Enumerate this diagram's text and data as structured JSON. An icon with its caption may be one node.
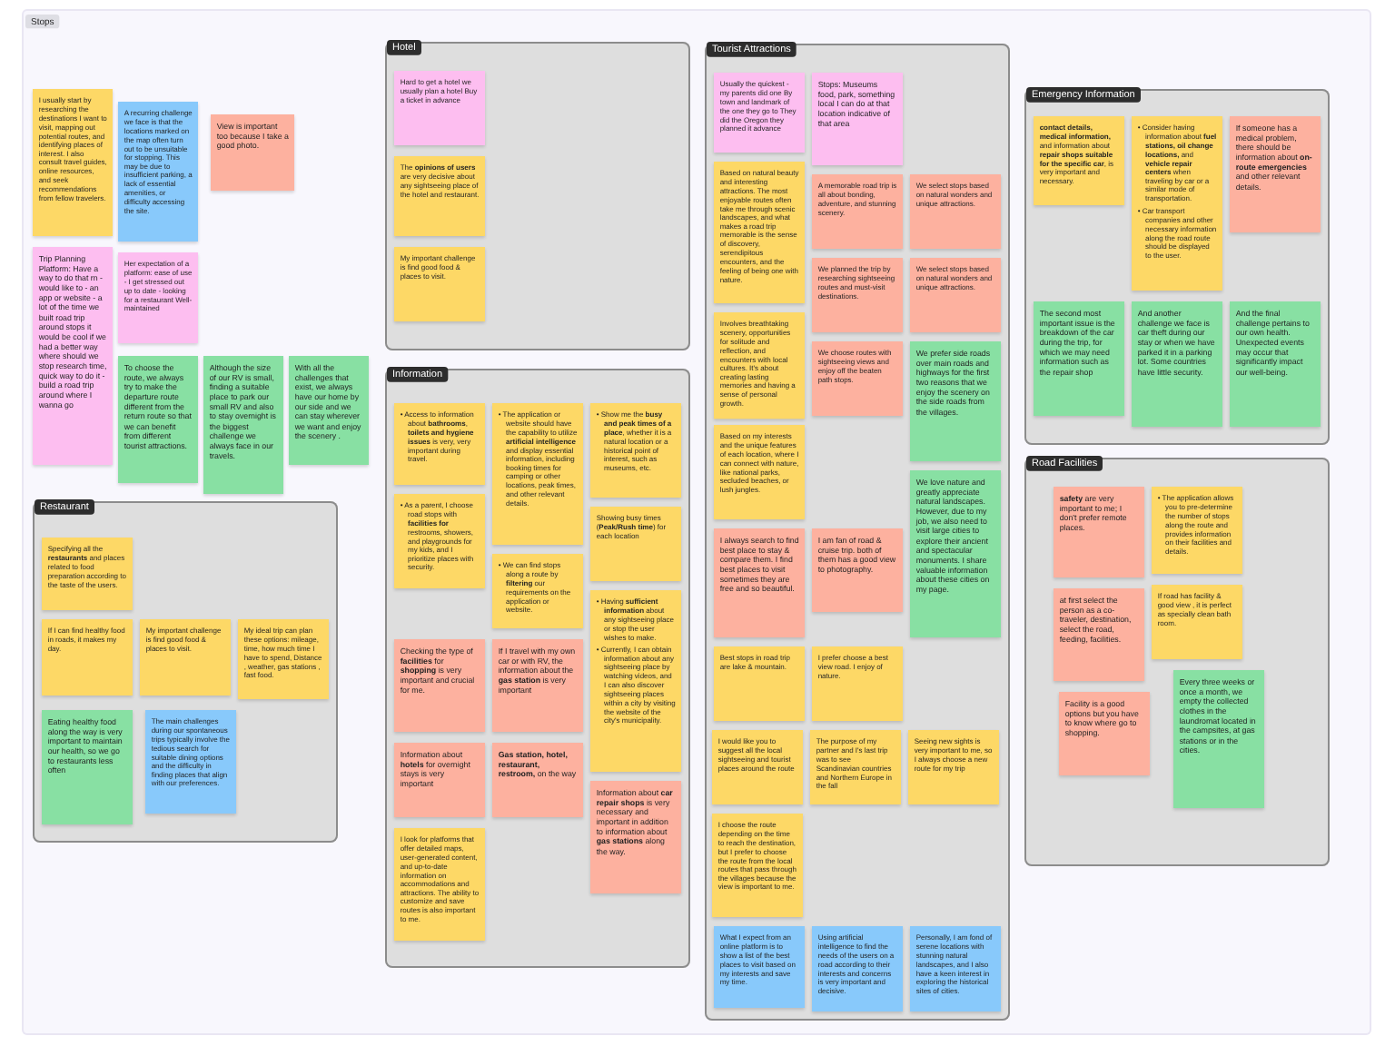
{
  "diagram": {
    "nodes": [
      {
        "text": [
          "Stops"
        ]
      },
      {
        "text": [
          "I usually start by researching the destinations I want to visit, mapping out potential routes, and identifying places of interest. I also consult travel guides, online resources, and seek recommendations from fellow travelers."
        ],
        "in": 0
      },
      {
        "text": [
          "A recurring challenge we face is that the locations marked on the map often turn out to be unsuitable for stopping. This may be due to insufficient parking, a lack of essential amenities, or difficulty accessing the site."
        ],
        "in": 0
      },
      {
        "text": [
          "View is important too because I take a good photo."
        ],
        "in": 0
      },
      {
        "text": [
          "Trip Planning Platform: Have a way to do that rn - would like to - an app or website - a lot of the time we built road trip around stops it would be cool if we had a better way where should we stop research time, quick way to do it - build a road trip around where I wanna go"
        ],
        "in": 0
      },
      {
        "text": [
          "Her expectation of a platform: ease of use - I get stressed out up to date - looking for a restaurant Well-maintained"
        ],
        "in": 0
      },
      {
        "text": [
          "To choose the route, we always try to make the departure route different from the return route so that we can benefit from different tourist attractions."
        ],
        "in": 0
      },
      {
        "text": [
          "Although the size of our RV is small, finding a suitable place to park our small RV and also to stay overnight is the biggest challenge we always face in our travels."
        ],
        "in": 0
      },
      {
        "text": [
          "With all the challenges that exist, we always have our home by our side and we can stay wherever we want and enjoy the scenery ."
        ],
        "in": 0
      },
      {
        "text": [
          "Restaurant"
        ],
        "in": 0
      },
      {
        "text": [
          "Specifying all the **restaurants** and places related to food preparation according to the taste of the users."
        ],
        "in": 9
      },
      {
        "text": [
          "If I can find healthy food in roads, it makes my day."
        ],
        "in": 9
      },
      {
        "text": [
          "My important challenge is find good food & places to visit."
        ],
        "in": 9
      },
      {
        "text": [
          "My ideal trip can plan these options: mileage, time, how much time I have to spend, Distance , weather, gas stations , fast food."
        ],
        "in": 9
      },
      {
        "text": [
          "Eating healthy food along the way is very important to maintain our health, so we go to restaurants less often"
        ],
        "in": 9
      },
      {
        "text": [
          "The main challenges during our spontaneous trips typically involve the tedious search for suitable dining options and the difficulty in finding places that align with our preferences."
        ],
        "in": 9
      },
      {
        "text": [
          "Hotel"
        ],
        "in": 0
      },
      {
        "text": [
          "Hard to get a hotel we usually plan a hotel Buy a ticket in advance"
        ],
        "in": 16
      },
      {
        "text": [
          "The **opinions of users** are very decisive about any sightseeing place of the hotel and restaurant."
        ],
        "in": 16
      },
      {
        "text": [
          "My important challenge is find good food & places to visit."
        ],
        "in": 16
      },
      {
        "text": [
          "Information"
        ],
        "in": 0
      },
      {
        "text": [
          "• Access to information about **bathrooms**, **toilets and hygiene issues** is very, very important during travel."
        ],
        "in": 20
      },
      {
        "text": [
          "• The application or website should have the capability to utilize **artificial intelligence** and display essential information, including booking times for camping or other locations, peak times, and other relevant details."
        ],
        "in": 20
      },
      {
        "text": [
          "• Show me the **busy and peak times of a place**, whether it is a natural location or a historical point of interest, such as museums, etc."
        ],
        "in": 20
      },
      {
        "text": [
          "• As a parent, I choose road stops with **facilities for** restrooms, showers, and playgrounds for my kids, and I prioritize places with security."
        ],
        "in": 20
      },
      {
        "text": [
          "• We can find stops along a route by **filtering** our requirements on the application or website."
        ],
        "in": 20
      },
      {
        "text": [
          "Showing busy times (**Peak/Rush time**) for each location"
        ],
        "in": 20
      },
      {
        "text": [
          "• Having **sufficient information** about any sightseeing place or stop the user wishes to make.",
          "• Currently, I can obtain information about any sightseeing place by watching videos, and I can also discover sightseeing places within a city by visiting the website of the city's municipality."
        ],
        "in": 20
      },
      {
        "text": [
          "Checking the type of **facilities** for **shopping** is very important and crucial for me."
        ],
        "in": 20
      },
      {
        "text": [
          "If I travel with my own car or with RV, the information about the **gas station** is very important"
        ],
        "in": 20
      },
      {
        "text": [
          "Information about **hotels** for overnight stays is very important"
        ],
        "in": 20
      },
      {
        "text": [
          "**Gas station, hotel, restaurant, restroom,** on the way"
        ],
        "in": 20
      },
      {
        "text": [
          "Information about **car repair shops** is very necessary and important in addition to information about **gas stations** along the way."
        ],
        "in": 20
      },
      {
        "text": [
          "I look for platforms that offer detailed maps, user-generated content, and up-to-date information on accommodations and attractions. The ability to customize and save routes is also important to me."
        ],
        "in": 20
      },
      {
        "text": [
          "Tourist Attractions"
        ],
        "in": 0
      },
      {
        "text": [
          "Usually the quickest - my parents did one By town and landmark of the one they go to They did the Oregon they planned it advance"
        ],
        "in": 34
      },
      {
        "text": [
          "Stops: Museums food, park, something local I can do at that location indicative of that area"
        ],
        "in": 34
      },
      {
        "text": [
          "Based on natural beauty and interesting attractions. The most enjoyable routes often take me through scenic landscapes, and what makes a road trip memorable is the sense of discovery, serendipitous encounters, and the feeling of being one with nature."
        ],
        "in": 34
      },
      {
        "text": [
          "A memorable road trip is all about bonding, adventure, and stunning scenery."
        ],
        "in": 34
      },
      {
        "text": [
          "We select stops based on natural wonders and unique attractions."
        ],
        "in": 34
      },
      {
        "text": [
          "We planned the trip by researching sightseeing routes and must-visit destinations."
        ],
        "in": 34
      },
      {
        "text": [
          "We select stops based on natural wonders and unique attractions."
        ],
        "in": 34
      },
      {
        "text": [
          "Involves breathtaking scenery, opportunities for solitude and reflection, and encounters with local cultures. It's about creating lasting memories and having a sense of personal growth."
        ],
        "in": 34
      },
      {
        "text": [
          "We choose routes with sightseeing views and enjoy off the beaten path stops."
        ],
        "in": 34
      },
      {
        "text": [
          "We prefer side roads over main roads and highways for the first two reasons that we enjoy the scenery on the side roads from the villages."
        ],
        "in": 34
      },
      {
        "text": [
          "Based on my interests and the unique features of each location, where I can connect with nature, like national parks, secluded beaches, or lush jungles."
        ],
        "in": 34
      },
      {
        "text": [
          "I always search to find best place to stay & compare them. I find best places to visit sometimes they are free and so beautiful."
        ],
        "in": 34
      },
      {
        "text": [
          "I am fan of road & cruise trip. both of them has a good view to photography."
        ],
        "in": 34
      },
      {
        "text": [
          "We love nature and greatly appreciate natural landscapes. However, due to my job, we also need to visit large cities to explore their ancient and spectacular monuments. I share valuable information about these cities on my page."
        ],
        "in": 34
      },
      {
        "text": [
          "Best stops in road trip are lake & mountain."
        ],
        "in": 34
      },
      {
        "text": [
          "I prefer choose a best view road. I enjoy of nature."
        ],
        "in": 34
      },
      {
        "text": [
          "I would like you to suggest all the local sightseeing and tourist places around the route"
        ],
        "in": 34
      },
      {
        "text": [
          "The purpose of my partner and I's last trip was to see Scandinavian countries and Northern Europe in the fall"
        ],
        "in": 34
      },
      {
        "text": [
          "Seeing new sights is very important to me, so I always choose a new route for my trip"
        ],
        "in": 34
      },
      {
        "text": [
          "I choose the route depending on the time to reach the destination, but I prefer to choose the route from the local routes that pass through the villages because the view is important to me."
        ],
        "in": 34
      },
      {
        "text": [
          "What I expect from an online platform is to show a list of the best places to visit based on my interests and save my time."
        ],
        "in": 34
      },
      {
        "text": [
          "Using artificial intelligence to find the needs of the users on a road according to their interests and concerns is very important and decisive."
        ],
        "in": 34
      },
      {
        "text": [
          "Personally, I am fond of serene locations with stunning natural landscapes, and I also have a keen interest in exploring the historical sites of cities."
        ],
        "in": 34
      },
      {
        "text": [
          "Emergency Information"
        ],
        "in": 0
      },
      {
        "text": [
          "**contact details, medical information,** and information about **repair shops suitable for the specific car**, is very important and necessary."
        ],
        "in": 58
      },
      {
        "text": [
          "• Consider having information about **fuel stations, oil change locations,** and **vehicle repair centers** when traveling by car or a similar mode of transportation.",
          "• Car transport companies and other necessary information along the road route should be displayed to the user."
        ],
        "in": 58
      },
      {
        "text": [
          "If someone has a medical problem, there should be information about **on-route emergencies** and other relevant details."
        ],
        "in": 58
      },
      {
        "text": [
          "The second most important issue is the breakdown of the car during the trip, for which we may need information such as the repair shop"
        ],
        "in": 58
      },
      {
        "text": [
          "And another challenge we face is car theft during our stay or when we have parked it in a parking lot. Some countries have little security."
        ],
        "in": 58
      },
      {
        "text": [
          "And the final challenge pertains to our own health. Unexpected events may occur that significantly impact our well-being."
        ],
        "in": 58
      },
      {
        "text": [
          "Road Facilities"
        ],
        "in": 0
      },
      {
        "text": [
          "**safety** are very important to me; I don't prefer remote places."
        ],
        "in": 65
      },
      {
        "text": [
          "• The application allows you to pre-determine the number of stops along the route and provides information on their facilities and details."
        ],
        "in": 65
      },
      {
        "text": [
          "at first select the person as a co-traveler, destination, select the road, feeding, facilities."
        ],
        "in": 65
      },
      {
        "text": [
          "If road has facility & good view , it is perfect as specially clean bath room."
        ],
        "in": 65
      },
      {
        "text": [
          "Facility is a good options but you have to know where go to shopping."
        ],
        "in": 65
      },
      {
        "text": [
          "Every three weeks or once a month, we empty the collected clothes in the laundromat located in the campsites, at gas stations or in the cities."
        ],
        "in": 65
      }
    ]
  }
}
